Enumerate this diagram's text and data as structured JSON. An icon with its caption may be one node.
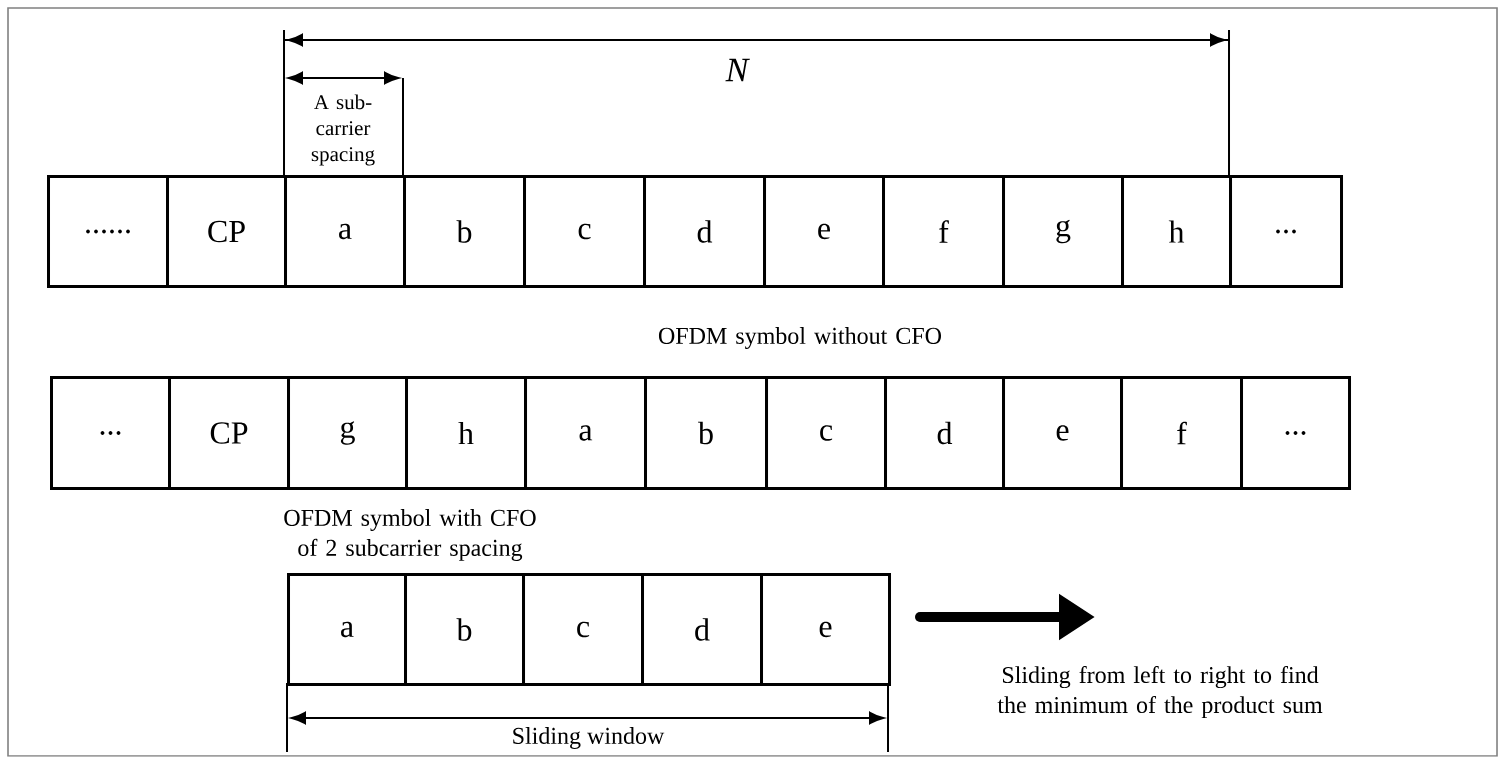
{
  "diagram": {
    "nodes": [
      {
        "text": [
          "......"
        ]
      },
      {
        "text": [
          "CP"
        ]
      },
      {
        "text": [
          "a"
        ]
      },
      {
        "text": [
          "b"
        ]
      },
      {
        "text": [
          "c"
        ]
      },
      {
        "text": [
          "d"
        ]
      },
      {
        "text": [
          "e"
        ]
      },
      {
        "text": [
          "f"
        ]
      },
      {
        "text": [
          "g"
        ]
      },
      {
        "text": [
          "h"
        ]
      },
      {
        "text": [
          "..."
        ]
      },
      {
        "text": [
          "..."
        ]
      },
      {
        "text": [
          "CP"
        ]
      },
      {
        "text": [
          "g"
        ]
      },
      {
        "text": [
          "h"
        ]
      },
      {
        "text": [
          "a"
        ]
      },
      {
        "text": [
          "b"
        ]
      },
      {
        "text": [
          "c"
        ]
      },
      {
        "text": [
          "d"
        ]
      },
      {
        "text": [
          "e"
        ]
      },
      {
        "text": [
          "f"
        ]
      },
      {
        "text": [
          "..."
        ]
      },
      {
        "text": [
          "a"
        ]
      },
      {
        "text": [
          "b"
        ]
      },
      {
        "text": [
          "c"
        ]
      },
      {
        "text": [
          "d"
        ]
      },
      {
        "text": [
          "e"
        ]
      }
    ],
    "labels": [
      "N",
      "A sub-carrier spacing",
      "OFDM symbol without CFO",
      "OFDM symbol with CFO of 2 subcarrier spacing",
      "Sliding window",
      "Sliding from left to right to find the minimum of the product sum"
    ]
  }
}
